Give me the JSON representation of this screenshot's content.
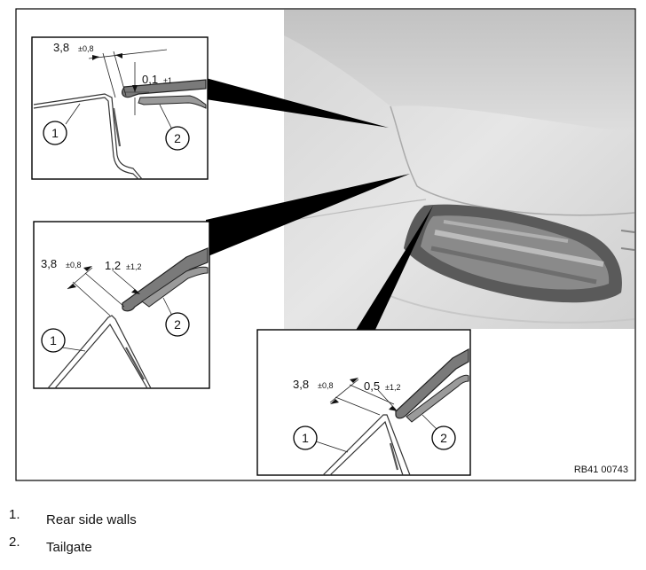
{
  "figure_code": "RB41 00743",
  "callouts": {
    "rear_side_wall": "1",
    "tailgate": "2"
  },
  "details": {
    "top": {
      "gap_main": "3,8",
      "gap_tol": "±0,8",
      "flush_main": "0,1",
      "flush_tol": "±1"
    },
    "middle": {
      "gap_main": "3,8",
      "gap_tol": "±0,8",
      "flush_main": "1,2",
      "flush_tol": "±1,2"
    },
    "bottom": {
      "gap_main": "3,8",
      "gap_tol": "±0,8",
      "flush_main": "0,5",
      "flush_tol": "±1,2"
    }
  },
  "legend": [
    {
      "number": "1.",
      "text": "Rear side walls"
    },
    {
      "number": "2.",
      "text": "Tailgate"
    }
  ]
}
